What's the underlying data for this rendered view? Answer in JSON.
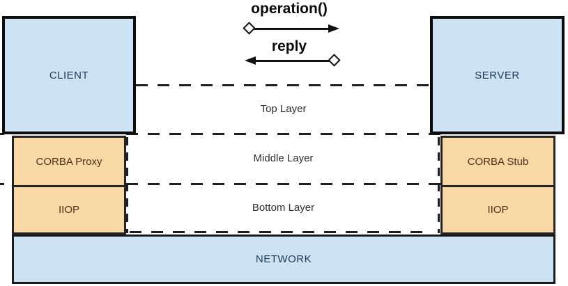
{
  "diagram": {
    "interaction": {
      "operation_label": "operation()",
      "reply_label": "reply"
    },
    "client_box": "CLIENT",
    "server_box": "SERVER",
    "client_stack": {
      "proxy": "CORBA Proxy",
      "iiop": "IIOP"
    },
    "server_stack": {
      "stub": "CORBA Stub",
      "iiop": "IIOP"
    },
    "layers": {
      "top": "Top Layer",
      "middle": "Middle Layer",
      "bottom": "Bottom Layer"
    },
    "network_box": "NETWORK",
    "colors": {
      "box_blue": "#cde2f2",
      "box_orange": "#f8d8a4",
      "navy_text": "#1e3a55",
      "brown_text": "#4a3018",
      "line_black": "#1a1a1a"
    }
  }
}
